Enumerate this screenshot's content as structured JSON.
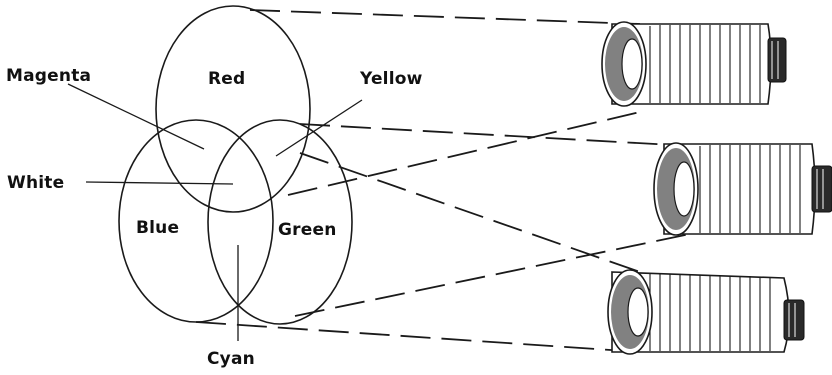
{
  "labels": {
    "red": "Red",
    "green": "Green",
    "blue": "Blue",
    "magenta": "Magenta",
    "yellow": "Yellow",
    "cyan": "Cyan",
    "white": "White"
  },
  "projectors": [
    {
      "color_role": "red",
      "icon": "light-projector-icon"
    },
    {
      "color_role": "green",
      "icon": "light-projector-icon"
    },
    {
      "color_role": "blue",
      "icon": "light-projector-icon"
    }
  ],
  "colors": {
    "line": "#1a1a1a",
    "text": "#111111",
    "background": "#ffffff"
  }
}
